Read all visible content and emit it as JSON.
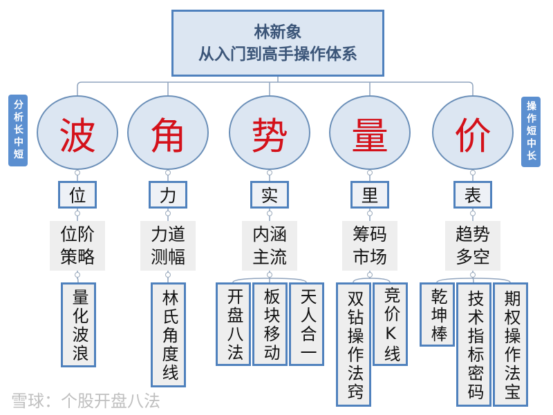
{
  "title": {
    "line1": "林新象",
    "line2": "从入门到高手操作体系"
  },
  "side_left": "分析长中短",
  "side_right": "操作短中长",
  "colors": {
    "accent": "#4f81bd",
    "circle_text": "#d4111a",
    "node_fill": "#dce6f2",
    "leaf_fill": "#eeeeee"
  },
  "branches": [
    {
      "main": "波",
      "level2": "位",
      "level3": [
        "位阶",
        "策略"
      ],
      "level4": [
        "量化波浪"
      ]
    },
    {
      "main": "角",
      "level2": "力",
      "level3": [
        "力道",
        "测幅"
      ],
      "level4": [
        "林氏角度线"
      ]
    },
    {
      "main": "势",
      "level2": "实",
      "level3": [
        "内涵",
        "主流"
      ],
      "level4": [
        "开盘八法",
        "板块移动",
        "天人合一"
      ]
    },
    {
      "main": "量",
      "level2": "里",
      "level3": [
        "筹码",
        "市场"
      ],
      "level4": [
        "双钻操作法窍",
        "竞价K线"
      ]
    },
    {
      "main": "价",
      "level2": "表",
      "level3": [
        "趋势",
        "多空"
      ],
      "level4": [
        "乾坤棒",
        "技术指标密码",
        "期权操作法宝"
      ]
    }
  ],
  "watermark": "雪球：个股开盘八法"
}
